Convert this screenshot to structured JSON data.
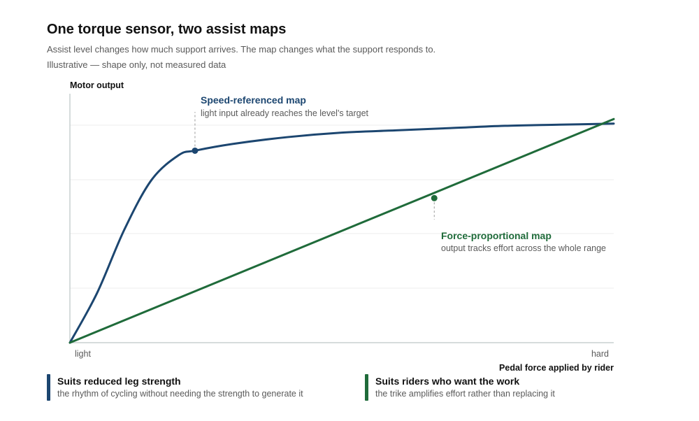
{
  "page": {
    "title": "One torque sensor, two assist maps",
    "subtitle": "Assist level changes how much support arrives. The map changes what the support responds to.",
    "note": "Illustrative — shape only, not measured data"
  },
  "chart_data": {
    "type": "line",
    "ylabel": "Motor output",
    "xlabel": "Pedal force applied by rider",
    "x_tick_labels": [
      "light",
      "hard"
    ],
    "xlim": [
      0,
      1
    ],
    "ylim": [
      0,
      1
    ],
    "grid": true,
    "series": [
      {
        "name": "Speed-referenced map",
        "color": "#1c4670",
        "x": [
          0,
          0.05,
          0.1,
          0.15,
          0.2,
          0.23,
          0.3,
          0.4,
          0.5,
          0.6,
          0.7,
          0.8,
          0.9,
          1.0
        ],
        "values": [
          0,
          0.22,
          0.5,
          0.72,
          0.83,
          0.85,
          0.88,
          0.91,
          0.93,
          0.94,
          0.95,
          0.96,
          0.965,
          0.97
        ],
        "annotation": {
          "x": 0.23,
          "y": 0.85,
          "title": "Speed-referenced map",
          "desc": "light input already reaches the level's target"
        }
      },
      {
        "name": "Force-proportional map",
        "color": "#1f6b3a",
        "x": [
          0,
          1.0
        ],
        "values": [
          0,
          0.99
        ],
        "annotation": {
          "x": 0.67,
          "y": 0.64,
          "title": "Force-proportional map",
          "desc": "output tracks effort across the whole range"
        }
      }
    ]
  },
  "legend": [
    {
      "title": "Suits reduced leg strength",
      "desc": "the rhythm of cycling without needing the strength to generate it",
      "color": "#1c4670"
    },
    {
      "title": "Suits riders who want the work",
      "desc": "the trike amplifies effort rather than replacing it",
      "color": "#1f6b3a"
    }
  ]
}
